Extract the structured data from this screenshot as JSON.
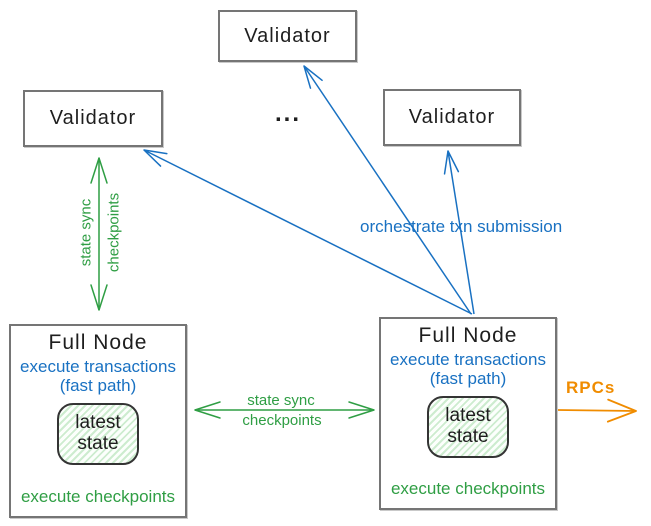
{
  "validators": {
    "top": {
      "label": "Validator"
    },
    "left": {
      "label": "Validator"
    },
    "right": {
      "label": "Validator"
    },
    "ellipsis": "..."
  },
  "full_node_left": {
    "title": "Full Node",
    "exec_line1": "execute transactions",
    "exec_line2": "(fast path)",
    "state_line1": "latest",
    "state_line2": "state",
    "footer": "execute checkpoints"
  },
  "full_node_right": {
    "title": "Full Node",
    "exec_line1": "execute transactions",
    "exec_line2": "(fast path)",
    "state_line1": "latest",
    "state_line2": "state",
    "footer": "execute checkpoints"
  },
  "arrow_labels": {
    "left_sync_line1": "state sync",
    "left_sync_line2": "checkpoints",
    "mid_sync_line1": "state sync",
    "mid_sync_line2": "checkpoints",
    "orchestrate": "orchestrate txn submission",
    "rpcs": "RPCs"
  },
  "colors": {
    "blue": "#1971c2",
    "green": "#2f9e44",
    "orange": "#f08c00",
    "box_border": "#757575",
    "text": "#1e1e1e",
    "state_hatch": "#cdeccf"
  }
}
